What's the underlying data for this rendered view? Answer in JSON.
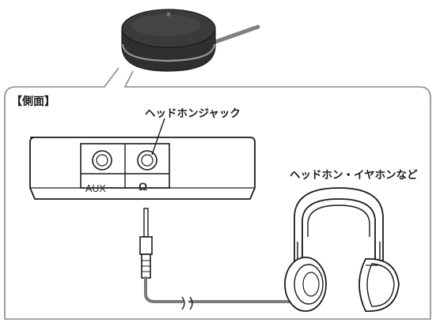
{
  "labels": {
    "side_view": "【側面】",
    "headphone_jack": "ヘッドホンジャック",
    "headphones": "ヘッドホン・イヤホンなど",
    "aux_port": "AUX",
    "headphone_port_symbol": "Ω"
  },
  "device_logo": "☼"
}
